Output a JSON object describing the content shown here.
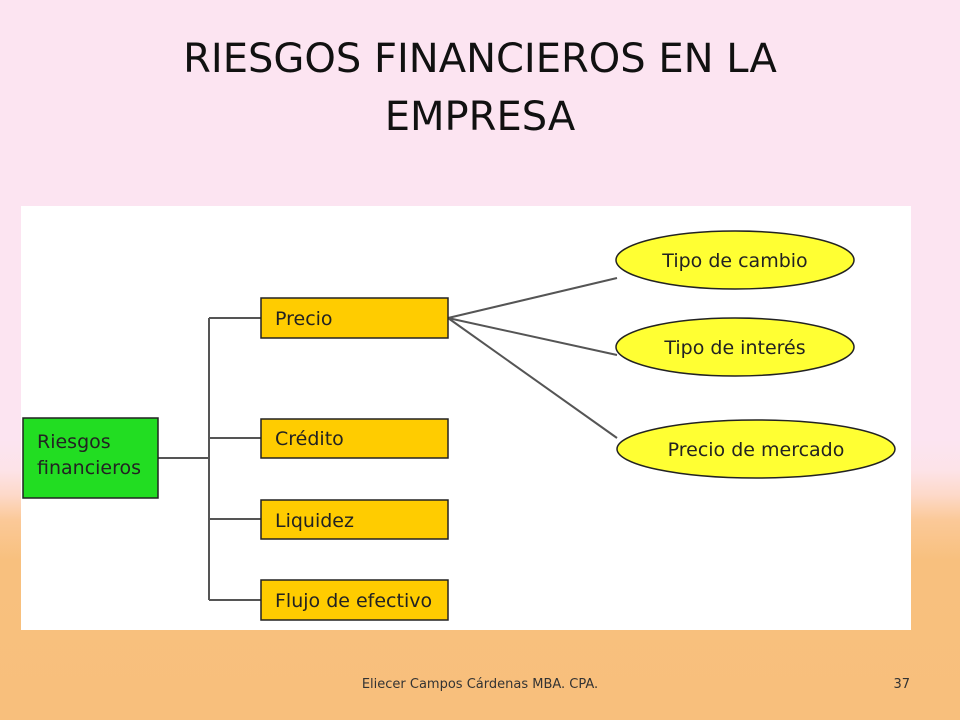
{
  "slide": {
    "title_line1": "RIESGOS FINANCIEROS EN LA",
    "title_line2": "EMPRESA"
  },
  "diagram": {
    "root": "Riesgos financieros",
    "root_line1": "Riesgos",
    "root_line2": "financieros",
    "categories": [
      "Precio",
      "Crédito",
      "Liquidez",
      "Flujo de efectivo"
    ],
    "price_subtypes": [
      "Tipo de cambio",
      "Tipo de interés",
      "Precio de mercado"
    ],
    "colors": {
      "root_fill": "#22dd22",
      "category_fill": "#ffcc00",
      "subtype_fill": "#ffff33",
      "lines": "#555555"
    }
  },
  "footer": {
    "author": "Eliecer Campos Cárdenas MBA. CPA.",
    "page_number": "37"
  }
}
